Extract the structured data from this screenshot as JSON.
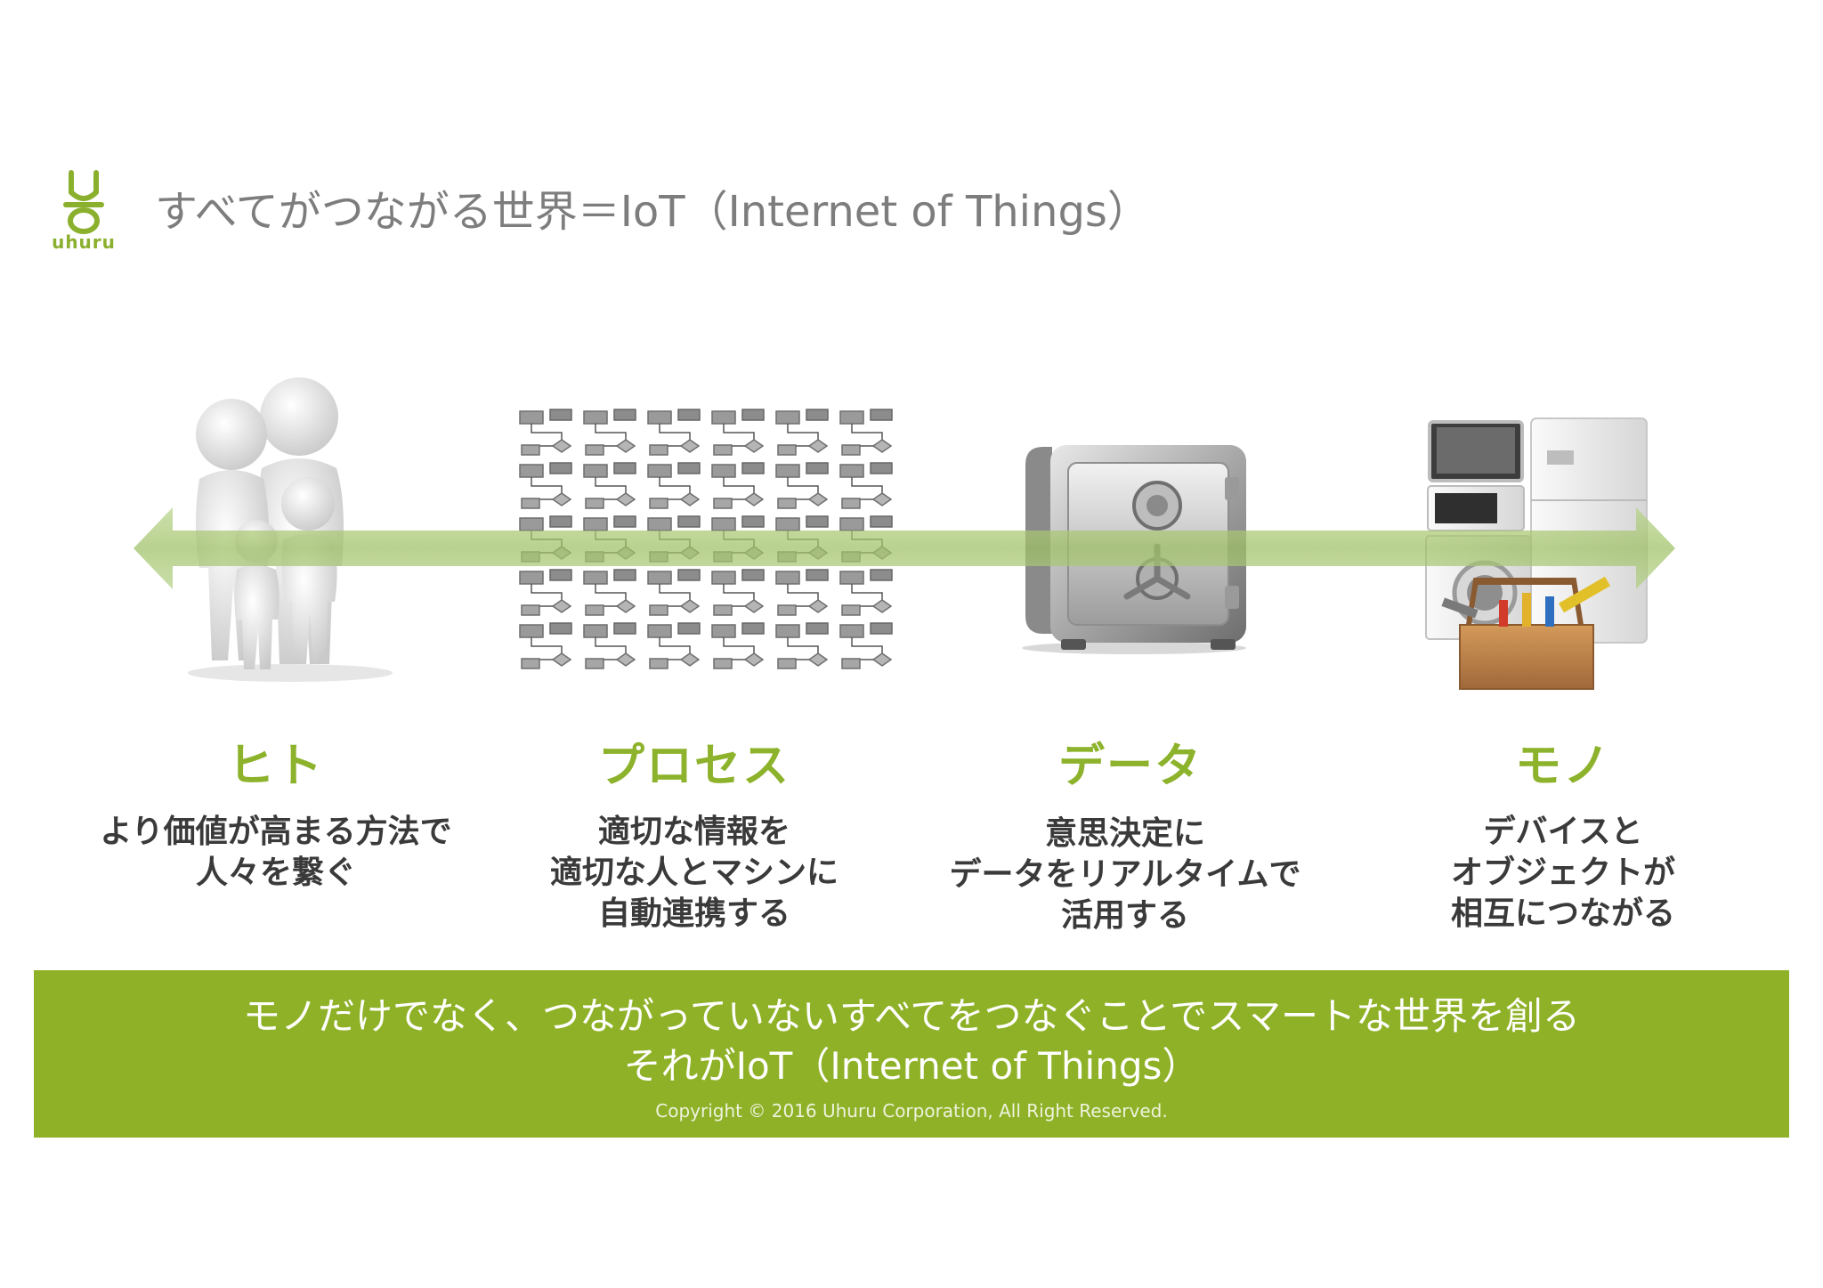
{
  "header": {
    "logo_text": "uhuru",
    "title": "すべてがつながる世界＝IoT（Internet of Things）"
  },
  "columns": [
    {
      "icon": "people-family-illustration",
      "title": "ヒト",
      "lines": [
        "より価値が高まる方法で",
        "人々を繋ぐ"
      ]
    },
    {
      "icon": "flowchart-illustration",
      "title": "プロセス",
      "lines": [
        "適切な情報を",
        "適切な人とマシンに",
        "自動連携する"
      ]
    },
    {
      "icon": "safe-illustration",
      "title": "データ",
      "lines": [
        "意思決定に",
        "データをリアルタイムで",
        "活用する"
      ]
    },
    {
      "icon": "appliances-toolbox-illustration",
      "title": "モノ",
      "lines": [
        "デバイスと",
        "オブジェクトが",
        "相互につながる"
      ]
    }
  ],
  "banner": {
    "line1": "モノだけでなく、つながっていないすべてをつなぐことでスマートな世界を創る",
    "line2": "それがIoT（Internet of Things）",
    "copyright": "Copyright © 2016 Uhuru Corporation, All Right Reserved."
  },
  "colors": {
    "accent": "#8db22c",
    "banner": "#8fb127",
    "title_gray": "#7d7d7d",
    "body_text": "#3a3a3a"
  }
}
